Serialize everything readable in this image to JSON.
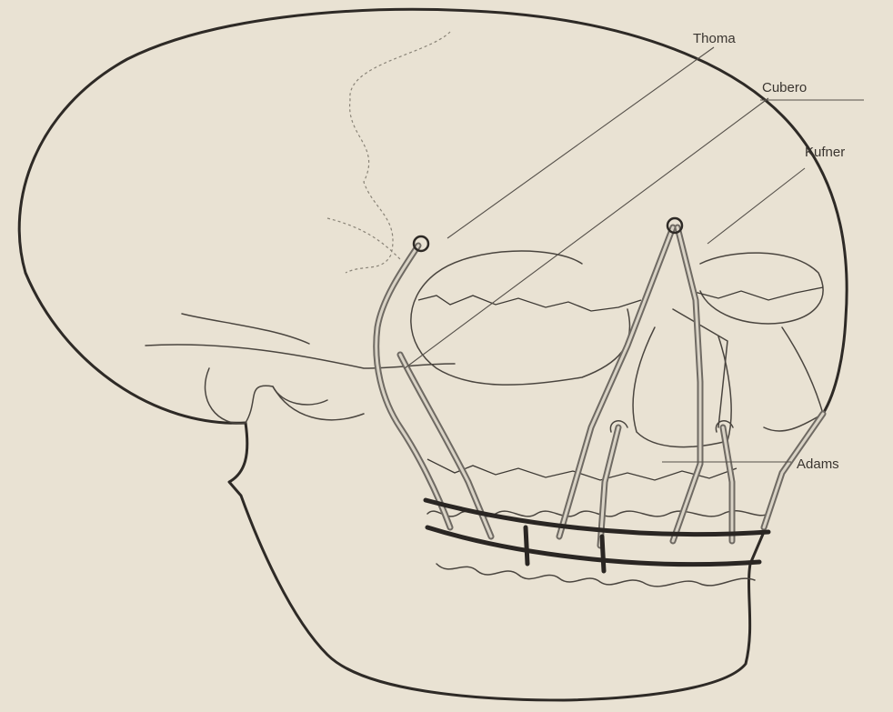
{
  "labels": {
    "thoma": "Thoma",
    "cubero": "Cubero",
    "kufner": "Kufner",
    "adams": "Adams"
  },
  "colors": {
    "background": "#e9e2d3",
    "ink": "#2e2a26"
  }
}
